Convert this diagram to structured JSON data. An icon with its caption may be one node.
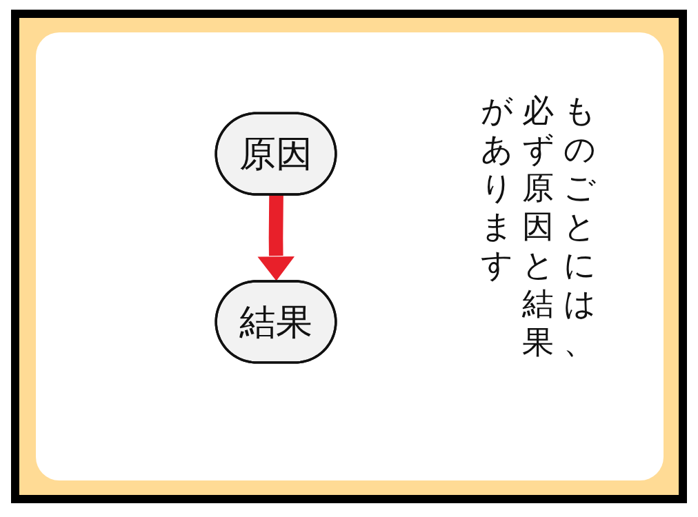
{
  "diagram": {
    "nodes": [
      {
        "text": [
          "原因"
        ]
      },
      {
        "text": [
          "結果"
        ]
      }
    ],
    "edges": [
      {
        "from": 0,
        "to": 1,
        "arrow": "to",
        "color": "#e8202a"
      }
    ],
    "labels": [
      "ものごとには、必ず原因と結果があります"
    ]
  }
}
